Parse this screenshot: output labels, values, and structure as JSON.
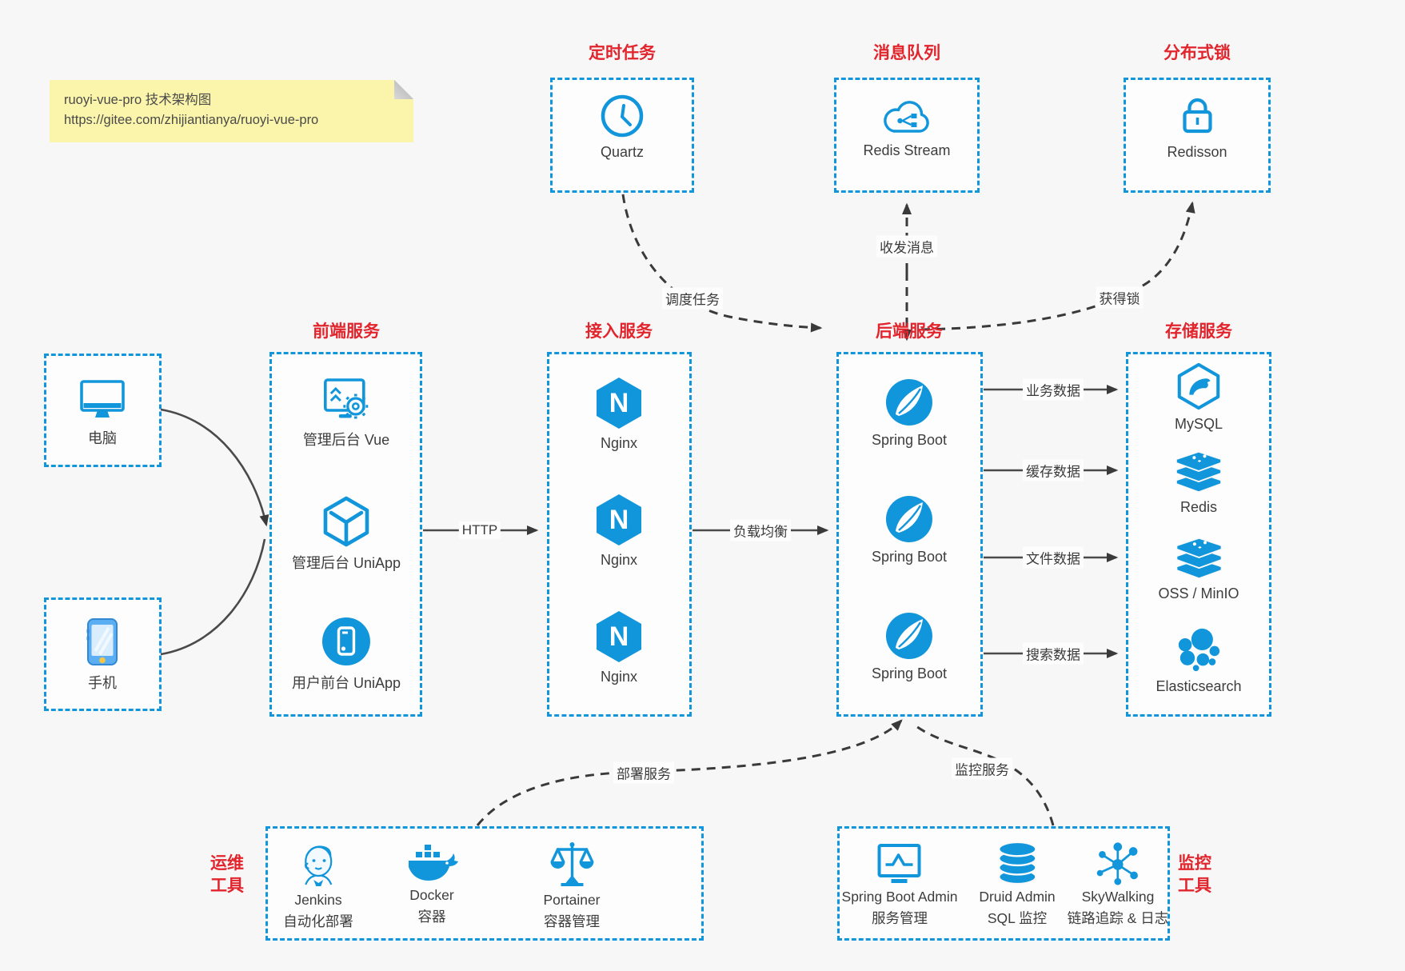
{
  "note": {
    "line1": "ruoyi-vue-pro 技术架构图",
    "line2": "https://gitee.com/zhijiantianya/ruoyi-vue-pro"
  },
  "groups": {
    "scheduler": {
      "title": "定时任务"
    },
    "mq": {
      "title": "消息队列"
    },
    "lock": {
      "title": "分布式锁"
    },
    "frontend": {
      "title": "前端服务"
    },
    "access": {
      "title": "接入服务"
    },
    "backend": {
      "title": "后端服务"
    },
    "storage": {
      "title": "存储服务"
    },
    "ops": {
      "title_line1": "运维",
      "title_line2": "工具"
    },
    "monitoring": {
      "title_line1": "监控",
      "title_line2": "工具"
    }
  },
  "nodes": {
    "quartz": "Quartz",
    "redis_stream": "Redis Stream",
    "redisson": "Redisson",
    "pc": "电脑",
    "phone": "手机"
  },
  "columns": {
    "frontend": {
      "items": [
        {
          "label": "管理后台 Vue"
        },
        {
          "label": "管理后台 UniApp"
        },
        {
          "label": "用户前台 UniApp"
        }
      ]
    },
    "access": {
      "items": [
        {
          "label": "Nginx"
        },
        {
          "label": "Nginx"
        },
        {
          "label": "Nginx"
        }
      ]
    },
    "backend": {
      "items": [
        {
          "label": "Spring Boot"
        },
        {
          "label": "Spring Boot"
        },
        {
          "label": "Spring Boot"
        }
      ]
    },
    "storage": {
      "items": [
        {
          "label": "MySQL"
        },
        {
          "label": "Redis"
        },
        {
          "label": "OSS / MinIO"
        },
        {
          "label": "Elasticsearch"
        }
      ]
    }
  },
  "ops_tools": {
    "items": [
      {
        "name": "Jenkins",
        "desc": "自动化部署"
      },
      {
        "name": "Docker",
        "desc": "容器"
      },
      {
        "name": "Portainer",
        "desc": "容器管理"
      }
    ]
  },
  "monitor_tools": {
    "items": [
      {
        "name": "Spring Boot Admin",
        "desc": "服务管理"
      },
      {
        "name": "Druid Admin",
        "desc": "SQL 监控"
      },
      {
        "name": "SkyWalking",
        "desc": "链路追踪 & 日志"
      }
    ]
  },
  "edges": {
    "http": "HTTP",
    "load_balance": "负载均衡",
    "schedule": "调度任务",
    "message": "收发消息",
    "acquire_lock": "获得锁",
    "business": "业务数据",
    "cache": "缓存数据",
    "file": "文件数据",
    "search": "搜索数据",
    "deploy": "部署服务",
    "monitor": "监控服务"
  },
  "colors": {
    "accent_blue": "#1296db",
    "title_red": "#e2242c",
    "arrow_dark": "#3a3a3a",
    "note_bg": "#fbf5ac",
    "box_border": "#1296db"
  }
}
